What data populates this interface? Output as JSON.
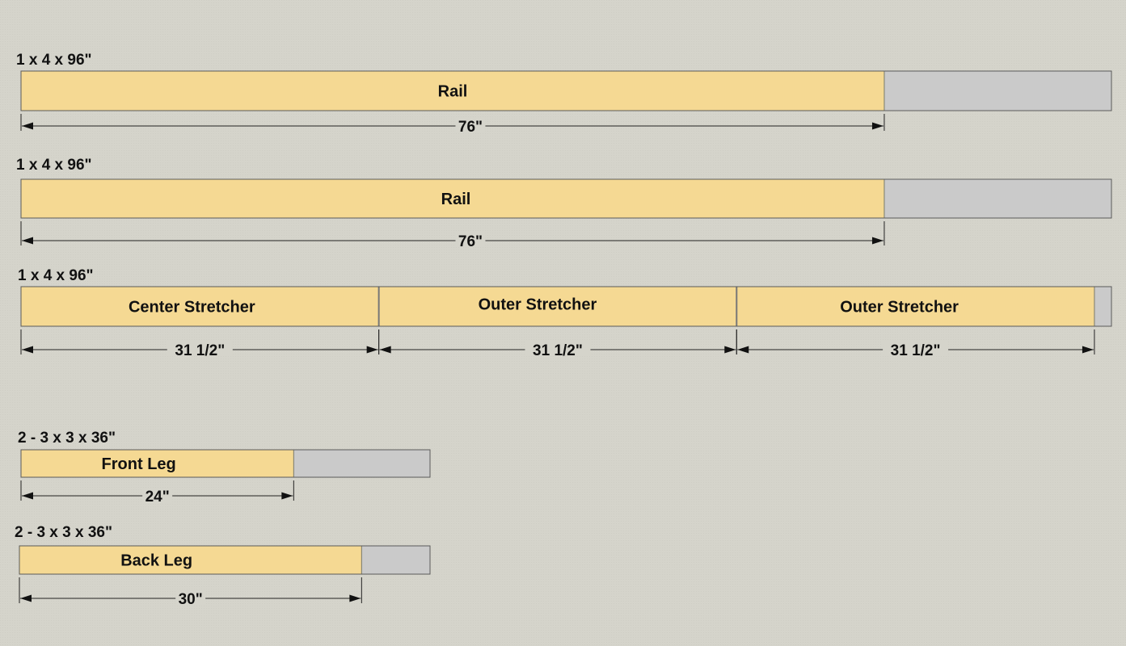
{
  "colors": {
    "background": "#d5d4cb",
    "piece_fill": "#f5d993",
    "waste_fill": "#cacaca"
  },
  "boards": [
    {
      "title": "1 x 4 x 96\"",
      "stock_length": 96,
      "pieces": [
        {
          "label": "Rail",
          "length": 76,
          "dimension": "76\""
        }
      ]
    },
    {
      "title": "1 x 4 x 96\"",
      "stock_length": 96,
      "pieces": [
        {
          "label": "Rail",
          "length": 76,
          "dimension": "76\""
        }
      ]
    },
    {
      "title": "1 x 4 x 96\"",
      "stock_length": 96,
      "pieces": [
        {
          "label": "Center Stretcher",
          "length": 31.5,
          "dimension": "31 1/2\""
        },
        {
          "label": "Outer Stretcher",
          "length": 31.5,
          "dimension": "31 1/2\""
        },
        {
          "label": "Outer Stretcher",
          "length": 31.5,
          "dimension": "31 1/2\""
        }
      ]
    },
    {
      "title": "2 - 3 x 3 x 36\"",
      "stock_length": 36,
      "pieces": [
        {
          "label": "Front Leg",
          "length": 24,
          "dimension": "24\""
        }
      ]
    },
    {
      "title": "2 - 3 x 3 x 36\"",
      "stock_length": 36,
      "pieces": [
        {
          "label": "Back Leg",
          "length": 30,
          "dimension": "30\""
        }
      ]
    }
  ]
}
